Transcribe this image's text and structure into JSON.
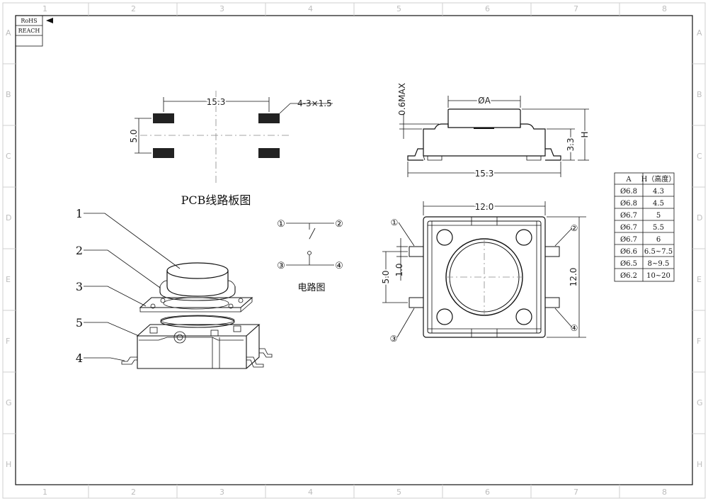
{
  "badges": {
    "rohs": "RoHS",
    "reach": "REACH"
  },
  "frame": {
    "columns": [
      "1",
      "2",
      "3",
      "4",
      "5",
      "6",
      "7",
      "8"
    ],
    "rows": [
      "A",
      "B",
      "C",
      "D",
      "E",
      "F",
      "G",
      "H"
    ]
  },
  "pcb": {
    "title": "PCB线路板图",
    "width_dim": "15.3",
    "height_dim": "5.0",
    "pad_note": "4-3×1.5"
  },
  "side_view": {
    "max_dim": "0.6MAX",
    "dia_label": "ØA",
    "h3_dim": "3.3",
    "h_label": "H",
    "width_dim": "15.3"
  },
  "top_view": {
    "width_dim": "12.0",
    "height_dim": "12.0",
    "pitch_dim": "5.0",
    "pin_dim": "1.0",
    "pins": [
      "①",
      "②",
      "③",
      "④"
    ]
  },
  "exploded": {
    "labels": [
      "1",
      "2",
      "3",
      "5",
      "4"
    ]
  },
  "circuit": {
    "title": "电路图",
    "pins": [
      "①",
      "②",
      "③",
      "④"
    ]
  },
  "table": {
    "headers": [
      "A",
      "H（高度）"
    ],
    "rows": [
      [
        "Ø6.8",
        "4.3"
      ],
      [
        "Ø6.8",
        "4.5"
      ],
      [
        "Ø6.7",
        "5"
      ],
      [
        "Ø6.7",
        "5.5"
      ],
      [
        "Ø6.7",
        "6"
      ],
      [
        "Ø6.6",
        "6.5~7.5"
      ],
      [
        "Ø6.5",
        "8~9.5"
      ],
      [
        "Ø6.2",
        "10~20"
      ]
    ]
  }
}
